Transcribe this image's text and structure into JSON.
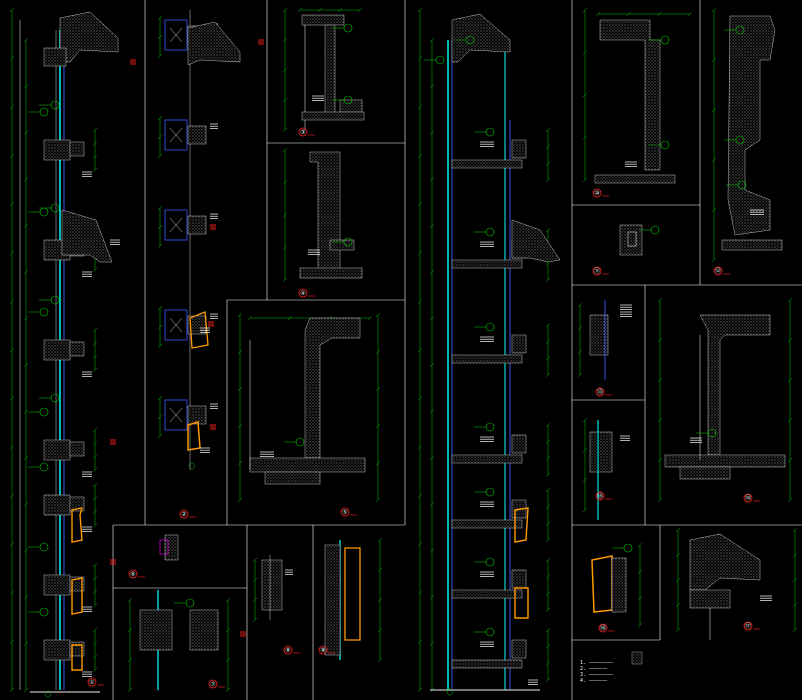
{
  "drawing": {
    "background": "#000000",
    "colors": {
      "frame": "#ffffff",
      "dimension": "#00c000",
      "leader": "#00d000",
      "concrete": "#bfbfbf",
      "glass": "#00e6e6",
      "mullion": "#3a5cff",
      "trim": "#ff9a00",
      "tag": "#ff2020",
      "magenta": "#ff00ff"
    }
  },
  "detail_marks": [
    {
      "id": "d1",
      "label": "①",
      "tag": "1"
    },
    {
      "id": "d2",
      "label": "②",
      "tag": "2"
    },
    {
      "id": "d3",
      "label": "③",
      "tag": "3"
    },
    {
      "id": "d4",
      "label": "④",
      "tag": "4"
    },
    {
      "id": "d5",
      "label": "⑤",
      "tag": "5"
    },
    {
      "id": "d6",
      "label": "⑥",
      "tag": "6"
    },
    {
      "id": "d7",
      "label": "⑦",
      "tag": "7"
    },
    {
      "id": "d8",
      "label": "⑧",
      "tag": "8"
    },
    {
      "id": "d9",
      "label": "⑨",
      "tag": "9"
    },
    {
      "id": "d10",
      "label": "⑩",
      "tag": "10"
    },
    {
      "id": "d11",
      "label": "⑪",
      "tag": "11"
    },
    {
      "id": "d12",
      "label": "⑫",
      "tag": "12"
    },
    {
      "id": "d13",
      "label": "⑬",
      "tag": "13"
    },
    {
      "id": "d14",
      "label": "⑭",
      "tag": "14"
    },
    {
      "id": "d15",
      "label": "⑮",
      "tag": "15"
    },
    {
      "id": "d16",
      "label": "⑯",
      "tag": "16"
    },
    {
      "id": "d17",
      "label": "⑰",
      "tag": "17"
    }
  ],
  "legend": {
    "lines": [
      "1. ————————",
      "2. ——————",
      "3. ————————",
      "4. ——————"
    ]
  }
}
